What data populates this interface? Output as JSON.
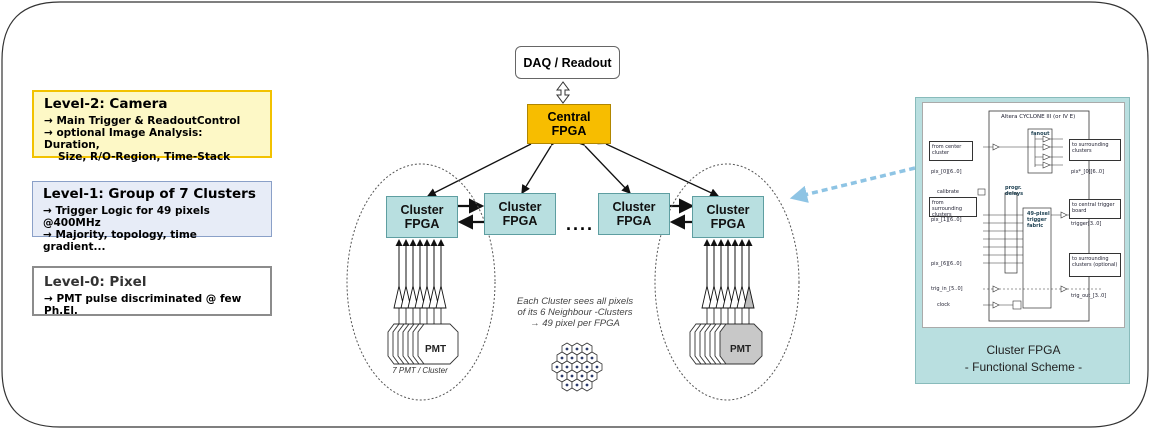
{
  "levels": {
    "level2": {
      "title": "Level-2:  Camera",
      "lines": [
        "→ Main Trigger & ReadoutControl",
        "→ optional Image Analysis: Duration,",
        "Size, R/O-Region, Time-Stack"
      ]
    },
    "level1": {
      "title": "Level-1:  Group of 7 Clusters",
      "lines": [
        "→  Trigger Logic for 49 pixels @400MHz",
        "→  Majority, topology, time gradient..."
      ]
    },
    "level0": {
      "title": "Level-0:  Pixel",
      "lines": [
        "→ PMT pulse discriminated @ few Ph.El."
      ]
    }
  },
  "diagram": {
    "daq": "DAQ / Readout",
    "central": [
      "Central",
      "FPGA"
    ],
    "cluster": [
      "Cluster",
      "FPGA"
    ],
    "ellipsis": "....",
    "pmt_label": "PMT",
    "pmt_caption": "7 PMT / Cluster",
    "note": [
      "Each Cluster sees all  pixels",
      "of its 6 Neighbour -Clusters",
      "→  49 pixel per FPGA"
    ]
  },
  "scheme": {
    "caption_1": "Cluster FPGA",
    "caption_2": "- Functional Scheme -",
    "chip": "Altera CYCLONE III (or IV E)",
    "fanout": "fanout",
    "from_center": [
      "from center",
      "cluster"
    ],
    "from_surrounding": [
      "from surrounding",
      "clusters"
    ],
    "to_surrounding": [
      "to surrounding",
      "clusters"
    ],
    "to_central": [
      "to central trigger",
      "board"
    ],
    "to_surrounding_opt": [
      "to surrounding",
      "clusters (optional)"
    ],
    "progr_delays": [
      "progr.",
      "delays"
    ],
    "fabric": [
      "49-pixel",
      "trigger",
      "fabric"
    ],
    "calibrate": "calibrate",
    "clock": "clock",
    "trig_in": "trig_in_[5..0]",
    "trig_out": "trig_out_[3..0]",
    "trigger": "trigger[3..0]",
    "pix_0": "pix_[0][6..0]",
    "pix_0_out": "pix*_[0][6..0]",
    "pix_1": "pix_[1][6..0]",
    "pix_6": "pix_[6][6..0]"
  },
  "colors": {
    "central": "#f7bd00",
    "cluster": "#b8dfe0",
    "level2_border": "#f2c200",
    "level1_bg": "#e7ecf7",
    "arrow_blue": "#8ec4e4"
  }
}
